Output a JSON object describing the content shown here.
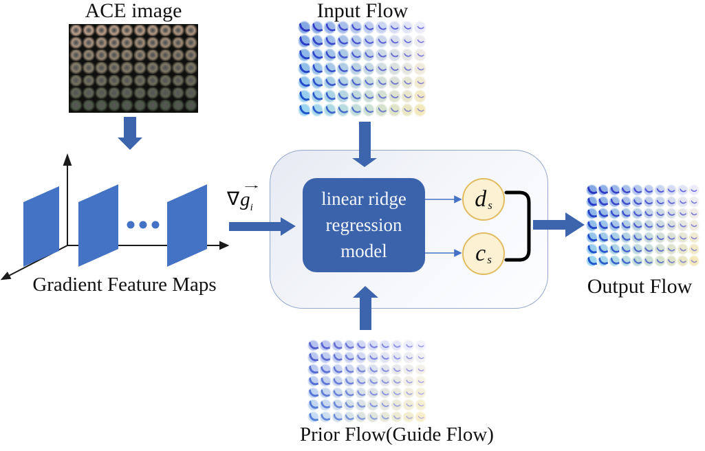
{
  "titles": {
    "ace": "ACE image",
    "input": "Input Flow",
    "output": "Output Flow",
    "prior": "Prior Flow(Guide Flow)",
    "gradient_maps": "Gradient Feature Maps"
  },
  "model_box": {
    "line1": "linear ridge",
    "line2": "regression",
    "line3": "model"
  },
  "gradient_label": {
    "nabla": "∇",
    "symbol": "g",
    "vector_arrow": "→",
    "subscript": "i"
  },
  "outputs": {
    "d": {
      "base": "d",
      "sub": "s"
    },
    "c": {
      "base": "c",
      "sub": "s"
    }
  },
  "colors": {
    "arrow_blue": "#3D65AE",
    "accent_blue": "#4472C4",
    "model_box_blue": "#3B63AC",
    "circle_fill": "#FCF2D3",
    "circle_border": "#E2BB61",
    "container_border": "#93A6CC",
    "axis_black": "#1A1A1A",
    "bracket_black": "#000000",
    "label_black": "#111111"
  },
  "figures": {
    "ace": {
      "type": "ace",
      "cols": 10,
      "rows": 7,
      "cell_name": "ace-lenslet",
      "bg": {
        "tl": "#C0A28D",
        "tr": "#AE9680",
        "bl": "#4F5B4A",
        "br": "#4A5647"
      }
    },
    "input_flow": {
      "type": "flow",
      "cols": 10,
      "rows": 7,
      "cell_name": "flow-glyph",
      "bg": {
        "tl": "#86A8E2",
        "tr": "#EBEBF9",
        "bl": "#9BD4F0",
        "br": "#F3E9BD"
      },
      "stroke": {
        "tl": "#2A35C4",
        "tr": "#7070E2",
        "bl": "#1F55CD",
        "br": "#9A93C9"
      }
    },
    "output_flow": {
      "type": "flow",
      "cols": 10,
      "rows": 7,
      "cell_name": "flow-glyph",
      "bg": {
        "tl": "#86A8E2",
        "tr": "#EBEBF9",
        "bl": "#9BD4F0",
        "br": "#F3E9BD"
      },
      "stroke": {
        "tl": "#2A35C4",
        "tr": "#7070E2",
        "bl": "#1F55CD",
        "br": "#9A93C9"
      }
    },
    "prior_flow": {
      "type": "flow",
      "cols": 10,
      "rows": 7,
      "cell_name": "flow-glyph",
      "bg": {
        "tl": "#B6C2EE",
        "tr": "#F2F2FB",
        "bl": "#C6DBF4",
        "br": "#F7EFCB"
      },
      "stroke": {
        "tl": "#5560CE",
        "tr": "#9C9CEA",
        "bl": "#5580DA",
        "br": "#BEB7DD"
      }
    }
  }
}
